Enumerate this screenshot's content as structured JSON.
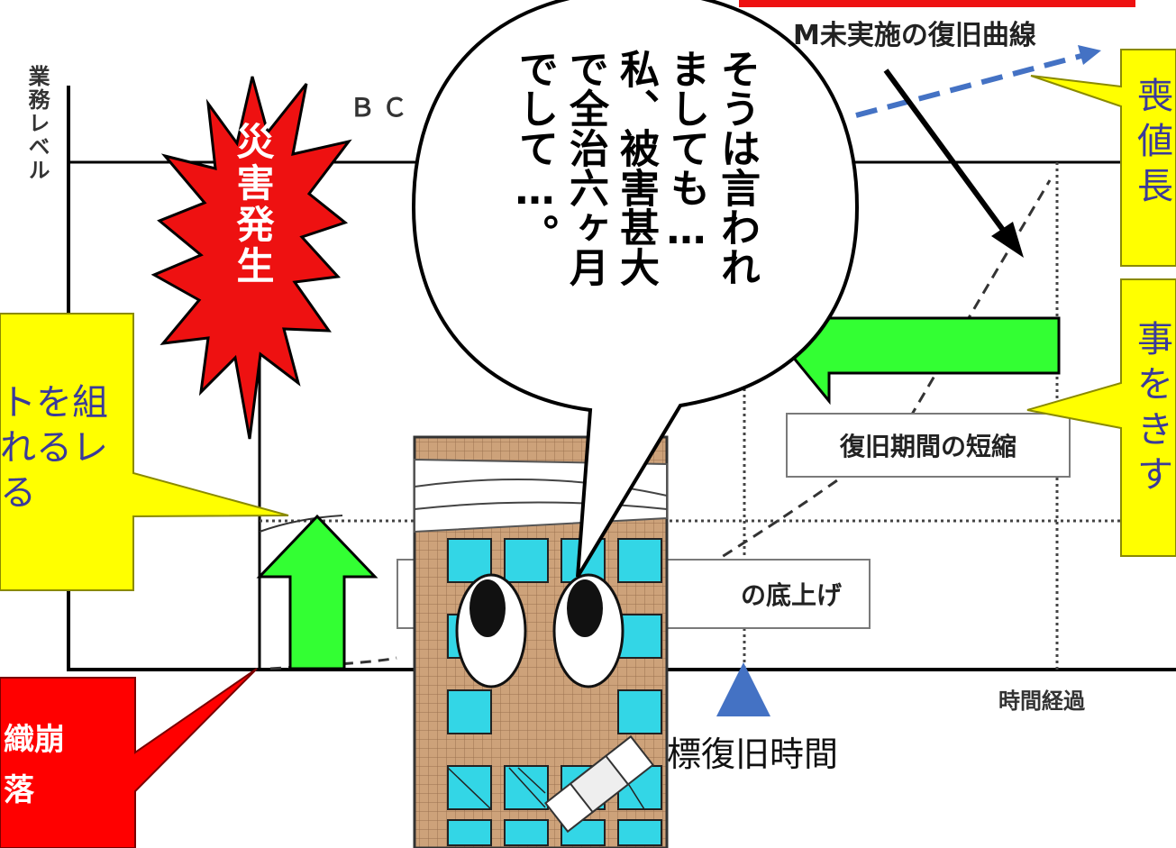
{
  "chart": {
    "ylabel": "業務レベル",
    "xlabel": "時間経過",
    "legend_top_label": "M未実施の復旧曲線",
    "bcm_label_partial": "ＢＣ",
    "disaster_label": "災害発生",
    "shorten_label": "復旧期間の短縮",
    "raise_label": "の底上げ",
    "target_label": "標復旧時間"
  },
  "callouts": {
    "yellow_top_right": "喪\n値\n長",
    "yellow_mid_right": "事\nを\nき\nす",
    "yellow_left": "トを組\nれるレ\nる",
    "red_bottom_left": "織崩\n落"
  },
  "speech_bubble": {
    "lines": [
      "そうは言われ",
      "ましても…",
      "私、被害甚大",
      "で全治六ヶ月",
      "でして…。"
    ]
  },
  "colors": {
    "accent_red": "#ee1111",
    "callout_yellow": "#ffff00",
    "arrow_green": "#33ff33",
    "arrow_blue": "#4472c4",
    "building_brown": "#cda27a",
    "window_cyan": "#33d6e6"
  }
}
